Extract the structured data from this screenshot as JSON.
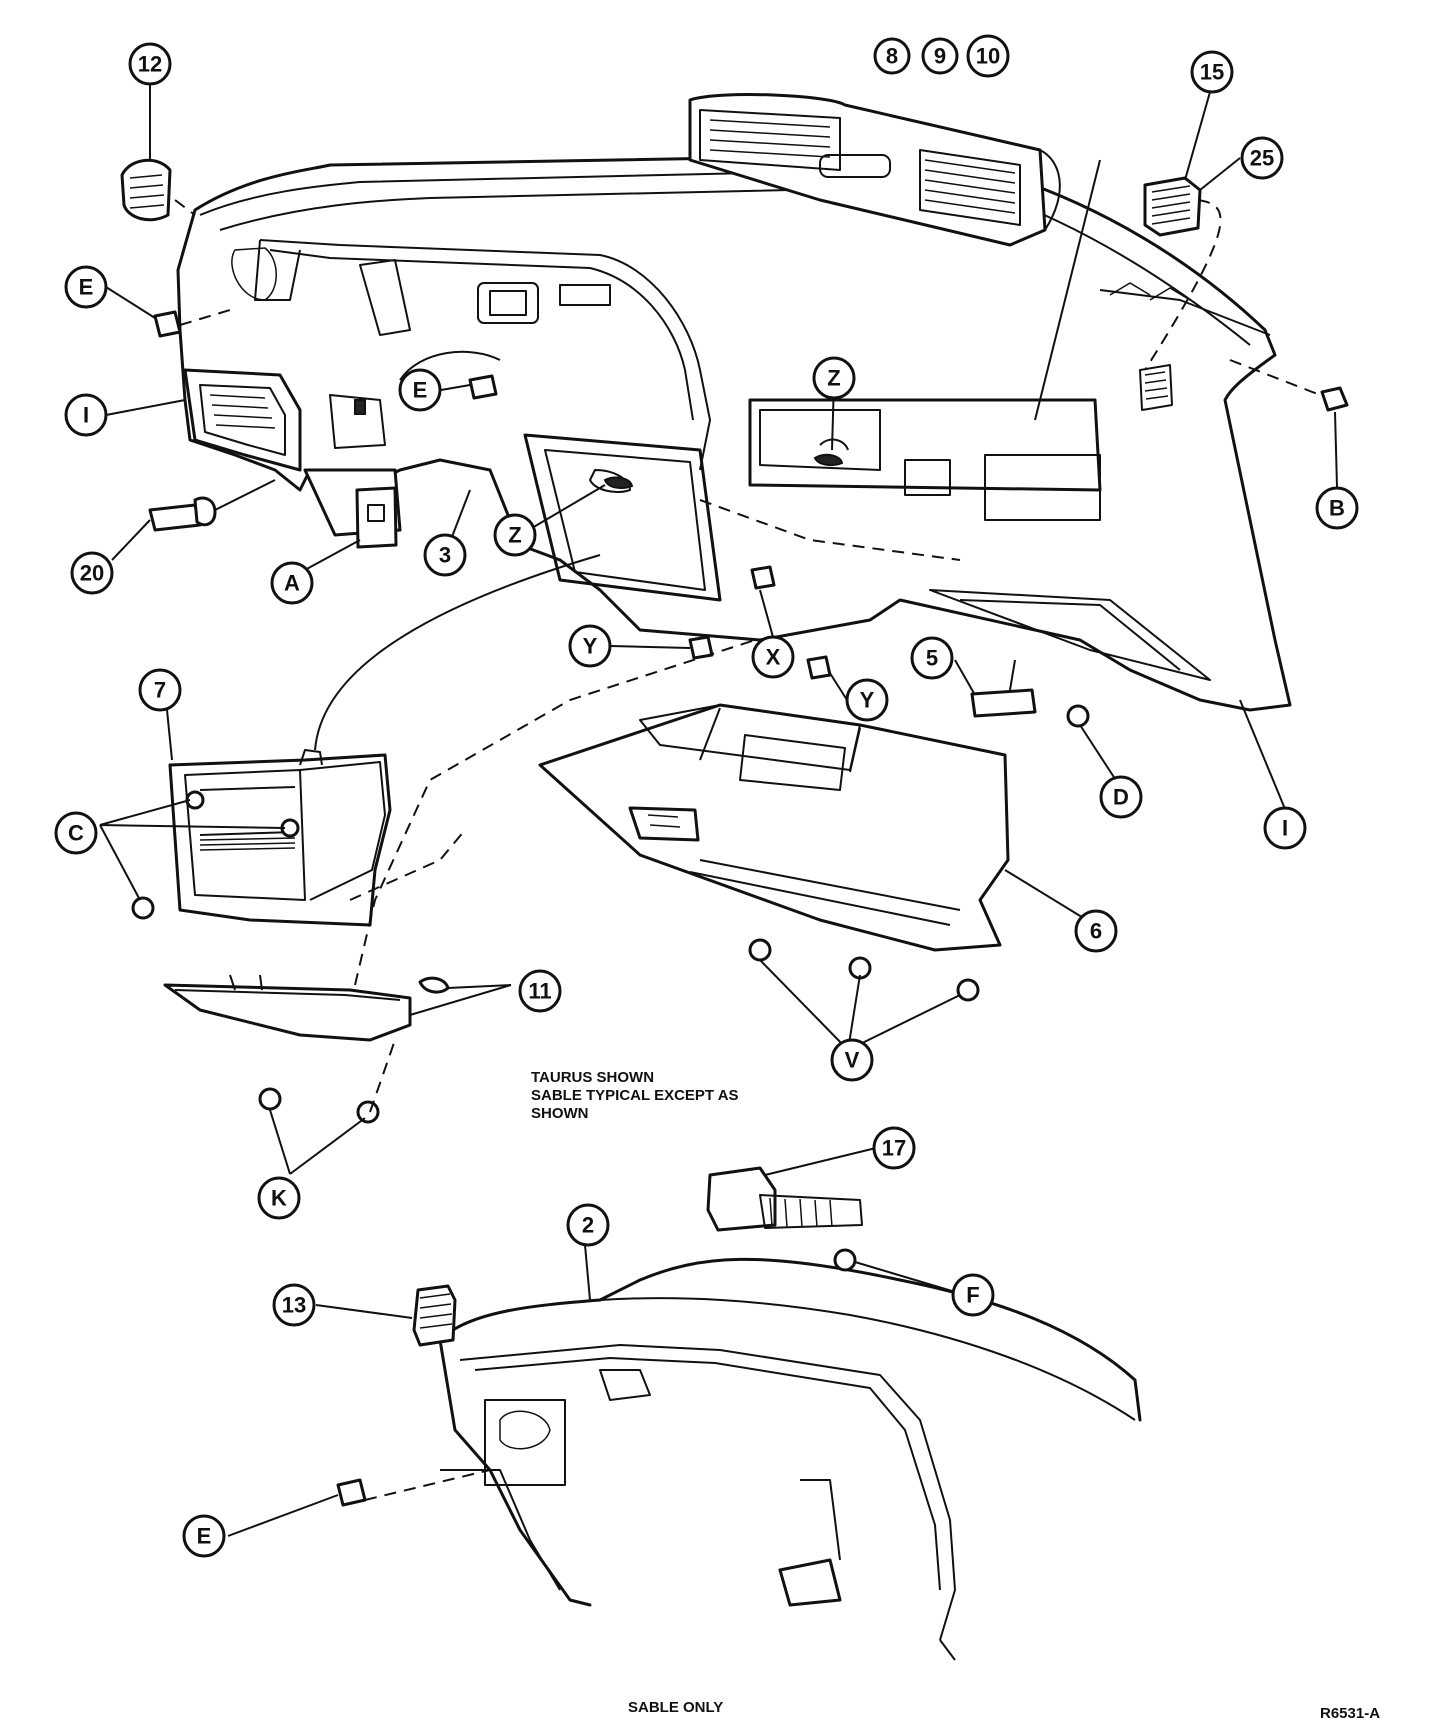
{
  "callouts": {
    "c12": "12",
    "c8": "8",
    "c9": "9",
    "c10": "10",
    "c15": "15",
    "c25": "25",
    "cE1": "E",
    "cI1": "I",
    "cE2": "E",
    "cZ1": "Z",
    "cB": "B",
    "c20": "20",
    "cA": "A",
    "c3": "3",
    "cZ2": "Z",
    "cY1": "Y",
    "cX": "X",
    "cY2": "Y",
    "c5": "5",
    "cD": "D",
    "cI2": "I",
    "c7": "7",
    "cC": "C",
    "c6": "6",
    "c11": "11",
    "cV": "V",
    "cK": "K",
    "c17": "17",
    "c2": "2",
    "c13": "13",
    "cF": "F",
    "cE3": "E"
  },
  "notes": {
    "line1": "TAURUS SHOWN",
    "line2": "SABLE TYPICAL EXCEPT AS",
    "line3": "SHOWN"
  },
  "footer": {
    "sable_only": "SABLE ONLY",
    "figure_id": "R6531-A"
  }
}
